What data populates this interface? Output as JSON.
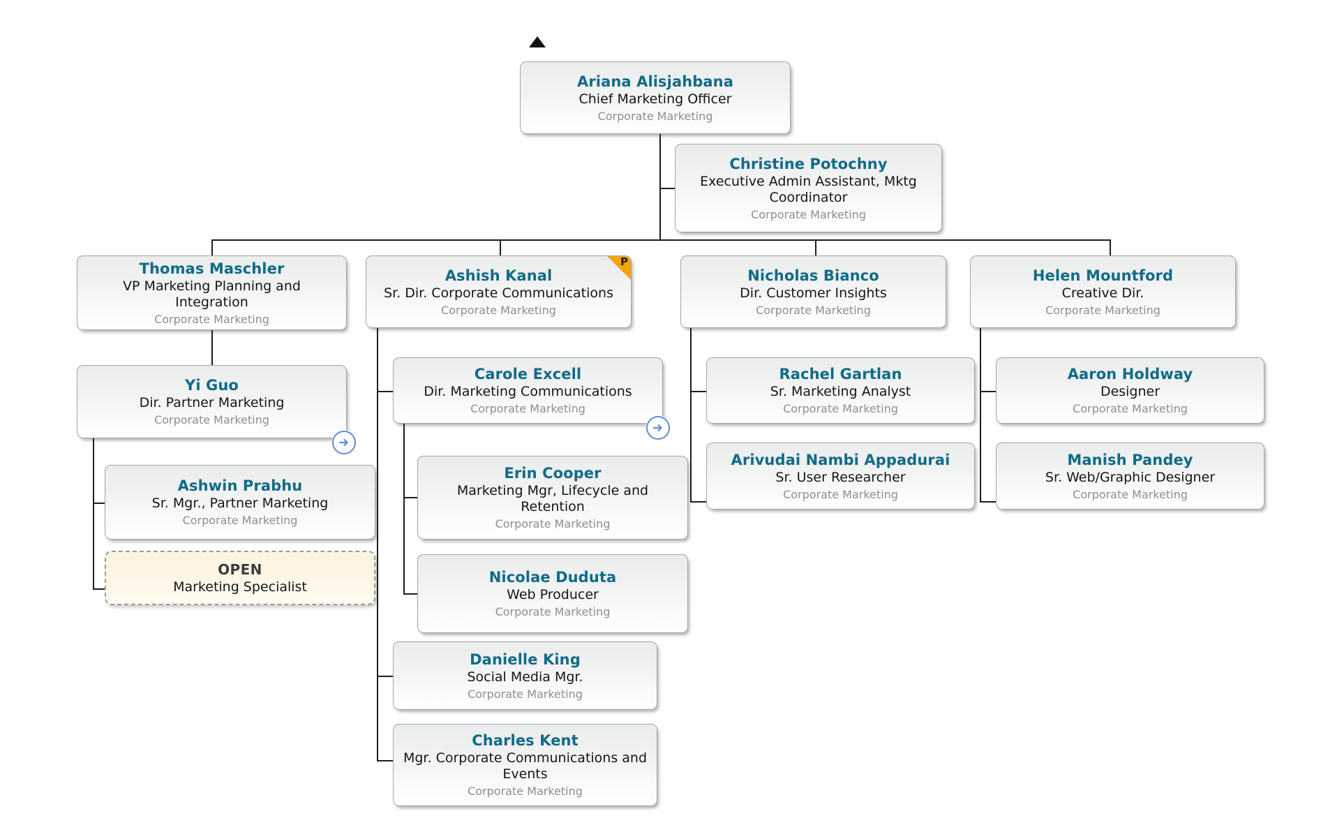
{
  "chart": {
    "type": "org-chart",
    "department_default": "Corporate Marketing",
    "root": {
      "name": "Ariana Alisjahbana",
      "title": "Chief Marketing Officer",
      "department": "Corporate Marketing"
    },
    "assistant": {
      "name": "Christine Potochny",
      "title": "Executive Admin Assistant, Mktg Coordinator",
      "department": "Corporate Marketing"
    },
    "nodes": {
      "thomas_maschler": {
        "name": "Thomas Maschler",
        "title": "VP Marketing Planning and Integration",
        "department": "Corporate Marketing"
      },
      "yi_guo": {
        "name": "Yi Guo",
        "title": "Dir. Partner Marketing",
        "department": "Corporate Marketing"
      },
      "ashwin_prabhu": {
        "name": "Ashwin Prabhu",
        "title": "Sr. Mgr., Partner Marketing",
        "department": "Corporate Marketing"
      },
      "open_marketing_specialist": {
        "name": "OPEN",
        "title": "Marketing Specialist",
        "department": ""
      },
      "ashish_kanal": {
        "name": "Ashish Kanal",
        "title": "Sr. Dir. Corporate Communications",
        "department": "Corporate Marketing",
        "badge": "P"
      },
      "carole_excell": {
        "name": "Carole Excell",
        "title": "Dir. Marketing Communications",
        "department": "Corporate Marketing"
      },
      "erin_cooper": {
        "name": "Erin Cooper",
        "title": "Marketing Mgr, Lifecycle and Retention",
        "department": "Corporate Marketing"
      },
      "nicolae_duduta": {
        "name": "Nicolae Duduta",
        "title": "Web Producer",
        "department": "Corporate Marketing"
      },
      "danielle_king": {
        "name": "Danielle King",
        "title": "Social Media Mgr.",
        "department": "Corporate Marketing"
      },
      "charles_kent": {
        "name": "Charles Kent",
        "title": "Mgr. Corporate Communications and Events",
        "department": "Corporate Marketing"
      },
      "nicholas_bianco": {
        "name": "Nicholas Bianco",
        "title": "Dir. Customer Insights",
        "department": "Corporate Marketing"
      },
      "rachel_gartlan": {
        "name": "Rachel Gartlan",
        "title": "Sr. Marketing Analyst",
        "department": "Corporate Marketing"
      },
      "arivudai_nambi_appadurai": {
        "name": "Arivudai Nambi Appadurai",
        "title": "Sr. User Researcher",
        "department": "Corporate Marketing"
      },
      "helen_mountford": {
        "name": "Helen Mountford",
        "title": "Creative Dir.",
        "department": "Corporate Marketing"
      },
      "aaron_holdway": {
        "name": "Aaron Holdway",
        "title": "Designer",
        "department": "Corporate Marketing"
      },
      "manish_pandey": {
        "name": "Manish Pandey",
        "title": "Sr. Web/Graphic Designer",
        "department": "Corporate Marketing"
      }
    },
    "colors": {
      "name_teal": "#0f6b87",
      "title_black": "#151515",
      "department_gray": "#8e8e8e",
      "card_border": "#9aa7ac",
      "connector": "#1d1d1d",
      "badge_orange": "#f5a30b",
      "open_fill": "#fdf4de",
      "open_border": "#9b9b9b",
      "expand_blue": "#5b8fd0"
    },
    "icons": {
      "expand_right": "arrow-right-circle-icon",
      "collapse_up": "triangle-up-icon"
    }
  }
}
